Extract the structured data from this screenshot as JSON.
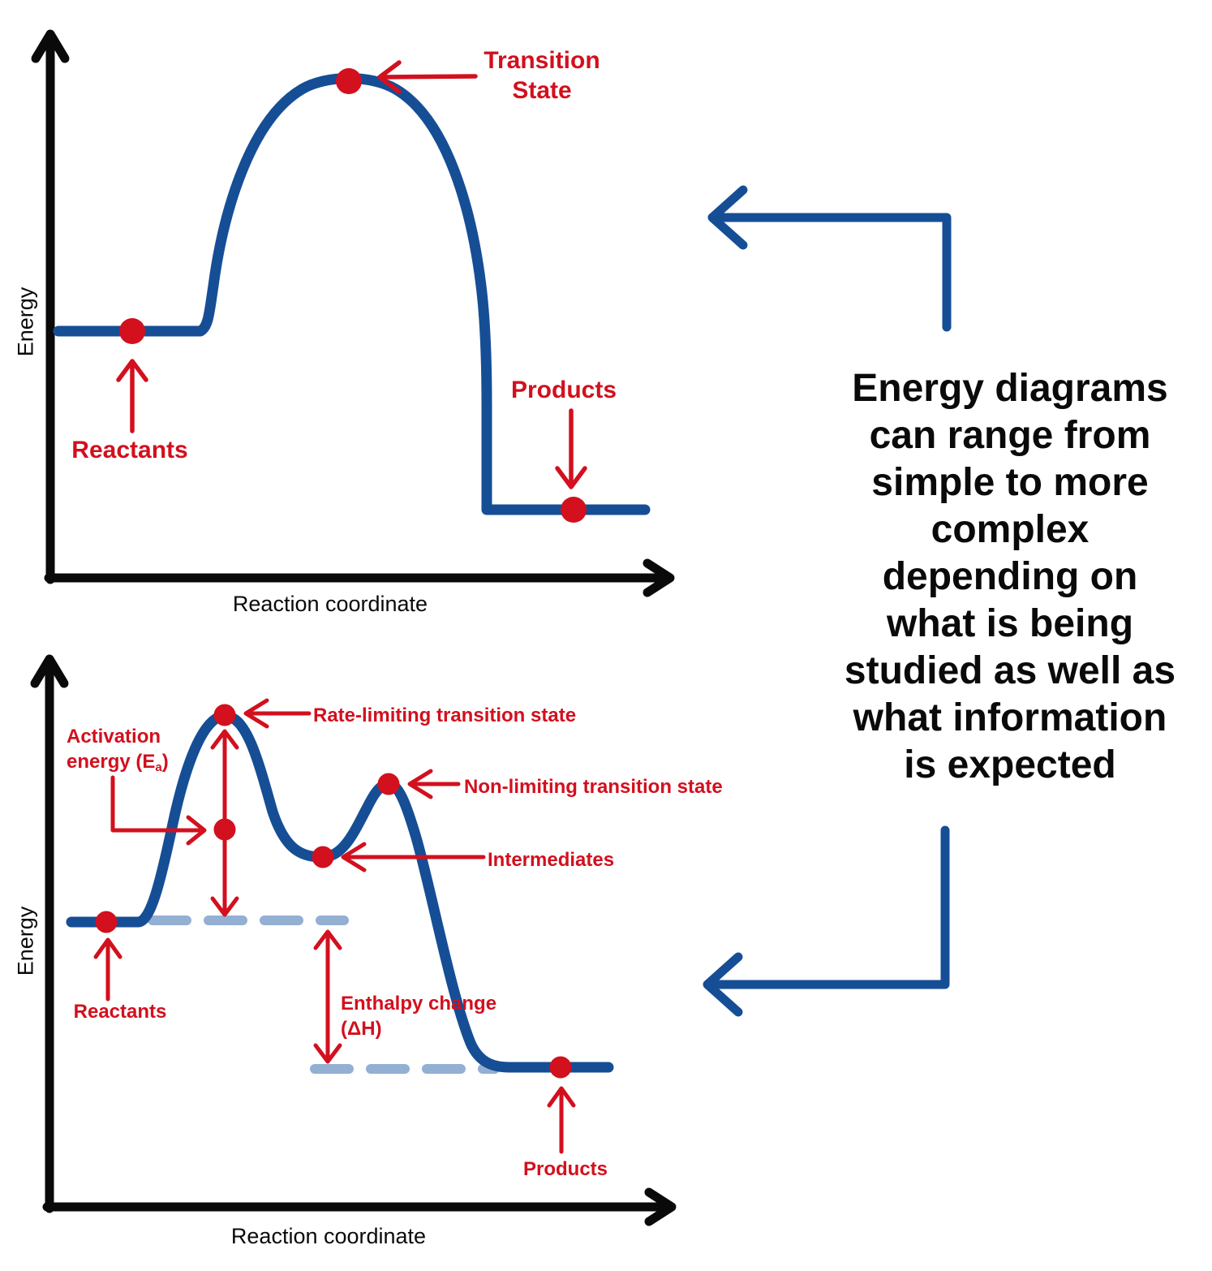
{
  "colors": {
    "blue": "#164e96",
    "lightblue": "#93b0d3",
    "red": "#d2101e",
    "black": "#0a0a0a"
  },
  "top_chart": {
    "y_axis_label": "Energy",
    "x_axis_label": "Reaction coordinate",
    "transition_state_label": "Transition State",
    "reactants_label": "Reactants",
    "products_label": "Products"
  },
  "bottom_chart": {
    "y_axis_label": "Energy",
    "x_axis_label": "Reaction coordinate",
    "rate_limiting_label": "Rate-limiting transition state",
    "non_limiting_label": "Non-limiting transition state",
    "intermediates_label": "Intermediates",
    "activation_energy_pre": "Activation energy (E",
    "activation_energy_sub": "a",
    "activation_energy_post": ")",
    "enthalpy_label": "Enthalpy change (ΔH)",
    "reactants_label": "Reactants",
    "products_label": "Products"
  },
  "note": {
    "lines": [
      "Energy diagrams",
      "can range from",
      "simple to more",
      "complex",
      "depending on",
      "what is being",
      "studied as well as",
      "what information",
      "is expected"
    ]
  }
}
